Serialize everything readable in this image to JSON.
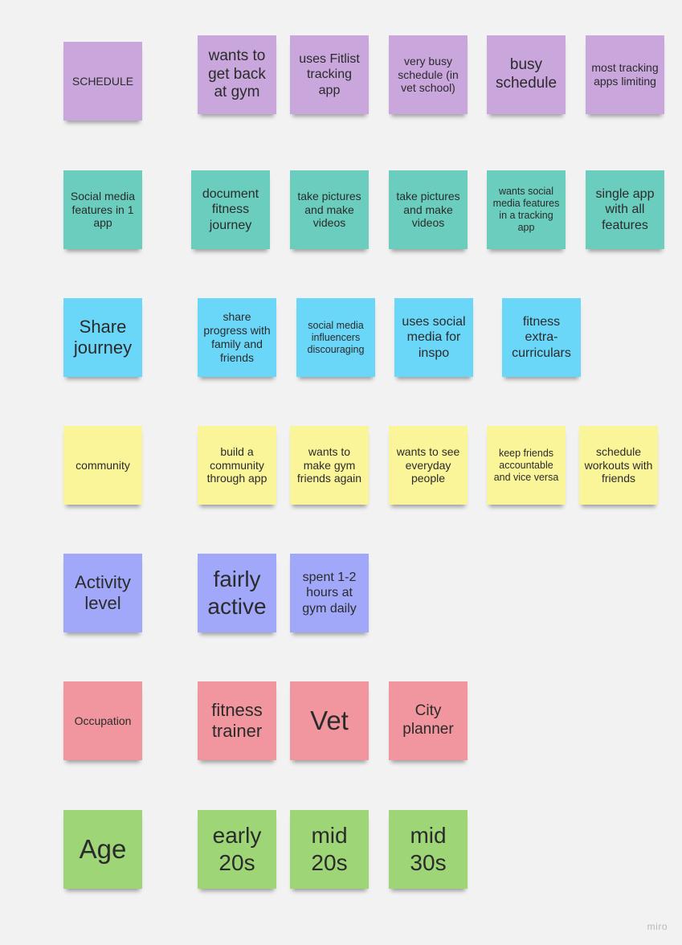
{
  "colors": {
    "purple": "#c9a6dc",
    "teal": "#6acdbe",
    "cyan": "#6ad6f8",
    "yellow": "#fbf59a",
    "blue": "#a1a8fa",
    "red": "#f1959e",
    "green": "#9ed577",
    "background": "#f2f2f2"
  },
  "rows": [
    {
      "color": "purple",
      "label": "SCHEDULE",
      "notes": [
        "wants to get back at gym",
        "uses Fitlist tracking app",
        "very busy schedule (in vet school)",
        "busy schedule",
        "most tracking apps limiting"
      ]
    },
    {
      "color": "teal",
      "label": "Social media features in 1 app",
      "notes": [
        "document fitness journey",
        "take pictures and make videos",
        "take pictures and make videos",
        "wants social media features in a tracking app",
        "single app with all features"
      ]
    },
    {
      "color": "cyan",
      "label": "Share journey",
      "notes": [
        "share progress with family and friends",
        "social media influencers discouraging",
        "uses social media for inspo",
        "fitness extra-curriculars"
      ]
    },
    {
      "color": "yellow",
      "label": "community",
      "notes": [
        "build a community through app",
        "wants to make gym friends again",
        "wants to see everyday people",
        "keep friends accountable and vice versa",
        "schedule workouts with friends"
      ]
    },
    {
      "color": "blue",
      "label": "Activity level",
      "notes": [
        "fairly active",
        "spent 1-2 hours at gym daily"
      ]
    },
    {
      "color": "red",
      "label": "Occupation",
      "notes": [
        "fitness trainer",
        "Vet",
        "City planner"
      ]
    },
    {
      "color": "green",
      "label": "Age",
      "notes": [
        "early 20s",
        "mid 20s",
        "mid 30s"
      ]
    }
  ],
  "branding": {
    "logo_text": "miro"
  }
}
